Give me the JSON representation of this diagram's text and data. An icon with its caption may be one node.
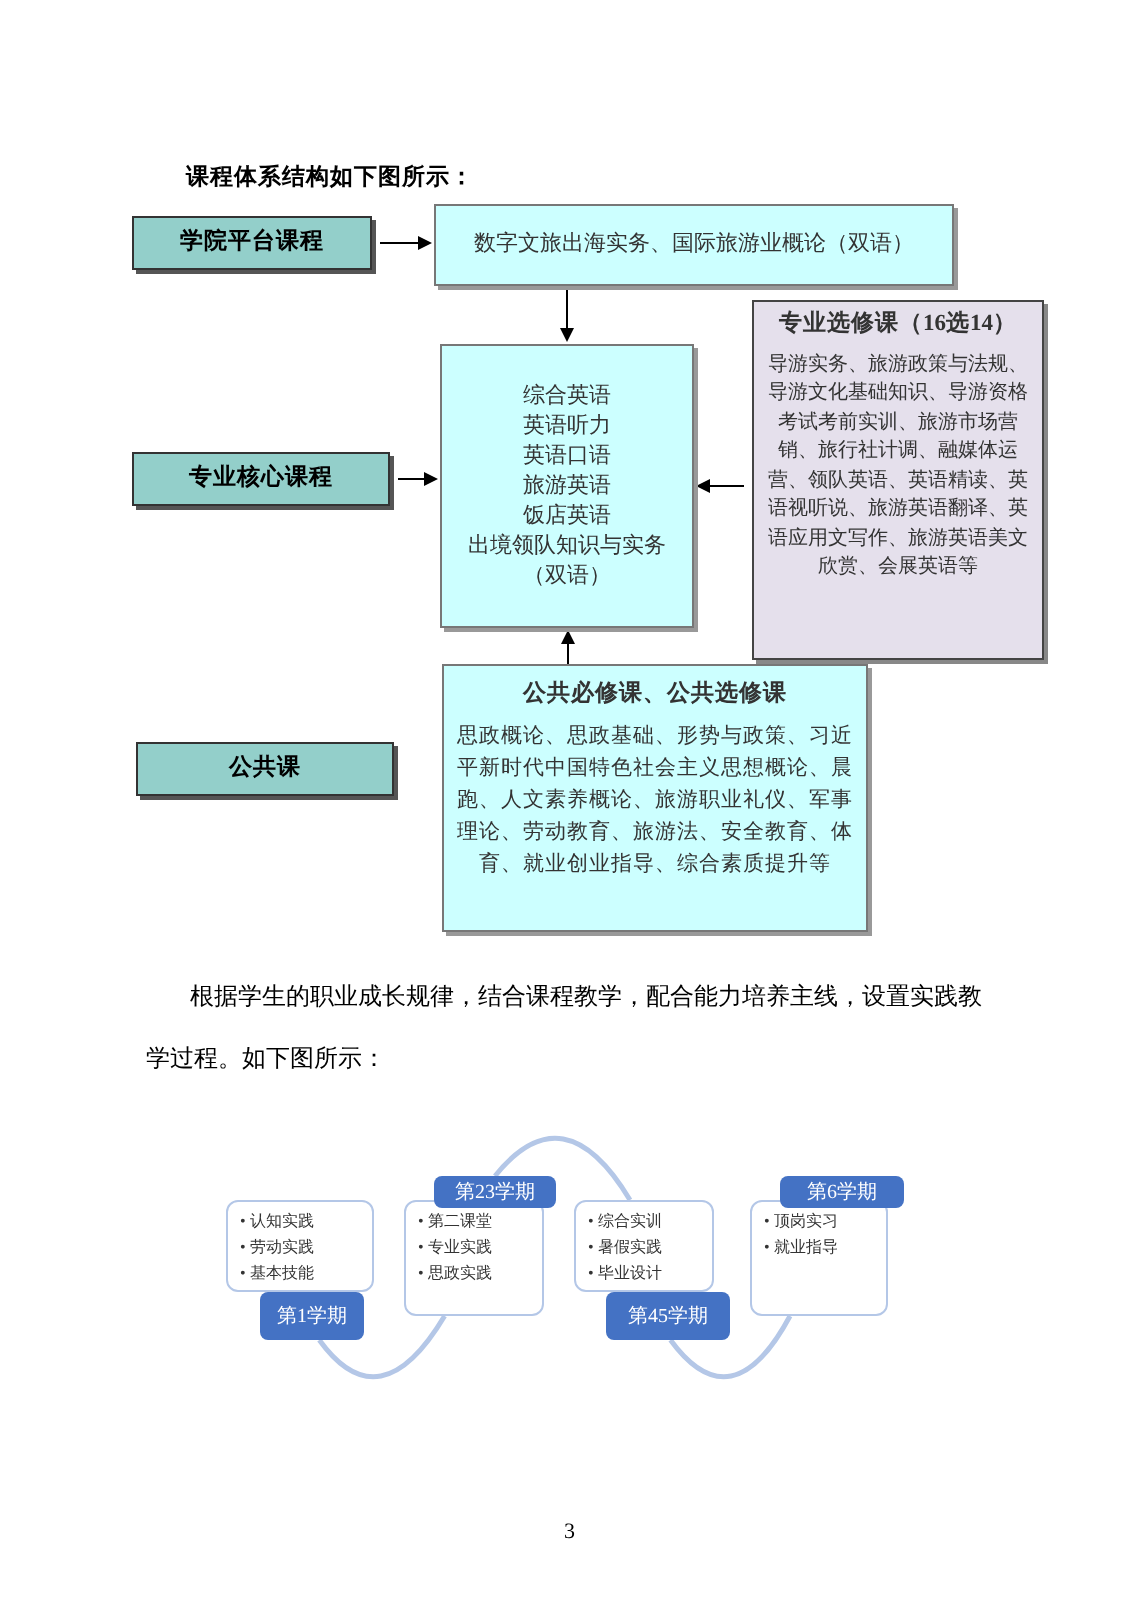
{
  "diagram": {
    "nodes": [
      {
        "text": [
          "学院平台课程"
        ]
      },
      {
        "text": [
          "数字文旅出海实务、国际旅游业概论（双语）"
        ]
      },
      {
        "text": [
          "专业核心课程"
        ]
      },
      {
        "text": [
          "综合英语",
          "英语听力",
          "英语口语",
          "旅游英语",
          "饭店英语",
          "出境领队知识与实务（双语）"
        ]
      },
      {
        "text": [
          "专业选修课（16选14）",
          "导游实务、旅游政策与法规、导游文化基础知识、导游资格考试考前实训、旅游市场营销、旅行社计调、融媒体运营、领队英语、英语精读、英语视听说、旅游英语翻译、英语应用文写作、旅游英语美文欣赏、会展英语等"
        ]
      },
      {
        "text": [
          "公共课"
        ]
      },
      {
        "text": [
          "公共必修课、公共选修课",
          "思政概论、思政基础、形势与政策、习近平新时代中国特色社会主义思想概论、晨跑、人文素养概论、旅游职业礼仪、军事理论、劳动教育、旅游法、安全教育、体育、就业创业指导、综合素质提升等"
        ]
      },
      {
        "text": [
          "• 认知实践",
          "• 劳动实践",
          "• 基本技能"
        ]
      },
      {
        "text": [
          "第1学期"
        ]
      },
      {
        "text": [
          "第23学期"
        ]
      },
      {
        "text": [
          "• 第二课堂",
          "• 专业实践",
          "• 思政实践"
        ]
      },
      {
        "text": [
          "• 综合实训",
          "• 暑假实践",
          "• 毕业设计"
        ]
      },
      {
        "text": [
          "第45学期"
        ]
      },
      {
        "text": [
          "第6学期"
        ]
      },
      {
        "text": [
          "• 顶岗实习",
          "• 就业指导"
        ]
      }
    ],
    "edges": [
      {
        "from": 0,
        "to": 1,
        "arrow": "to"
      },
      {
        "from": 1,
        "to": 3,
        "arrow": "to"
      },
      {
        "from": 2,
        "to": 3,
        "arrow": "to"
      },
      {
        "from": 4,
        "to": 3,
        "arrow": "to"
      },
      {
        "from": 6,
        "to": 3,
        "arrow": "to"
      },
      {
        "from": 8,
        "to": 10,
        "arrow": "none",
        "style": "thick",
        "color": "#b4c7e7"
      },
      {
        "from": 9,
        "to": 11,
        "arrow": "none",
        "style": "thick",
        "color": "#b4c7e7"
      },
      {
        "from": 12,
        "to": 14,
        "arrow": "none",
        "style": "thick",
        "color": "#b4c7e7"
      }
    ],
    "labels": [
      "课程体系结构如下图所示：",
      "根据学生的职业成长规律，结合课程教学，配合能力培养主线，设置实践教学过程。如下图所示：",
      "3"
    ]
  }
}
